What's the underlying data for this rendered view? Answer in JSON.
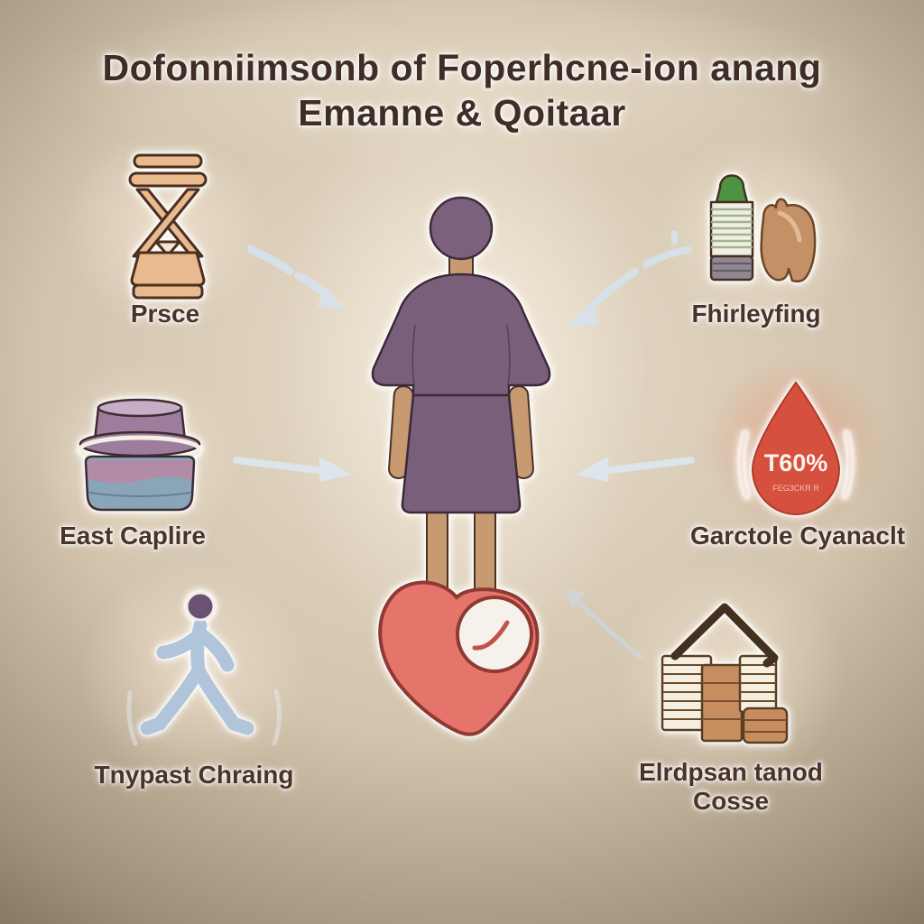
{
  "title": {
    "line1": "Dofonniimsonb of Foperhcne-ion anang",
    "line2": "Emanne & Qoitaar"
  },
  "items": [
    {
      "id": "time",
      "icon": "hourglass-icon",
      "label": "Prsce"
    },
    {
      "id": "jar",
      "icon": "jar-icon",
      "label": "East Caplire"
    },
    {
      "id": "walking",
      "icon": "walking-person-icon",
      "label": "Tnypast Chraing"
    },
    {
      "id": "bottle",
      "icon": "bottle-and-bag-icon",
      "label": "Fhirleyfing"
    },
    {
      "id": "droplet",
      "icon": "droplet-icon",
      "label": "Garctole Cyanaclt",
      "badge": "T60%",
      "badge_sub": "FEG3CKR R"
    },
    {
      "id": "house",
      "icon": "house-coins-icon",
      "label": "Elrdpsan tanod",
      "label2": "Cosse"
    }
  ],
  "center": {
    "figure": "person-back-view",
    "heart": "heart-with-clock"
  },
  "colors": {
    "background_dark": "#2f271e",
    "background_light": "#e8ddcb",
    "text": "#3f2d27",
    "heart": "#e5756a",
    "droplet": "#d5513d",
    "figure_purple": "#7a5f7a",
    "skin": "#c79a71",
    "hourglass": "#e9b98f",
    "bottle_green": "#4f9342",
    "bag_brown": "#c49066",
    "coin_orange": "#c68e5f",
    "walker_blue": "#b0c4da",
    "arrow_blue": "#d6e3f1"
  }
}
